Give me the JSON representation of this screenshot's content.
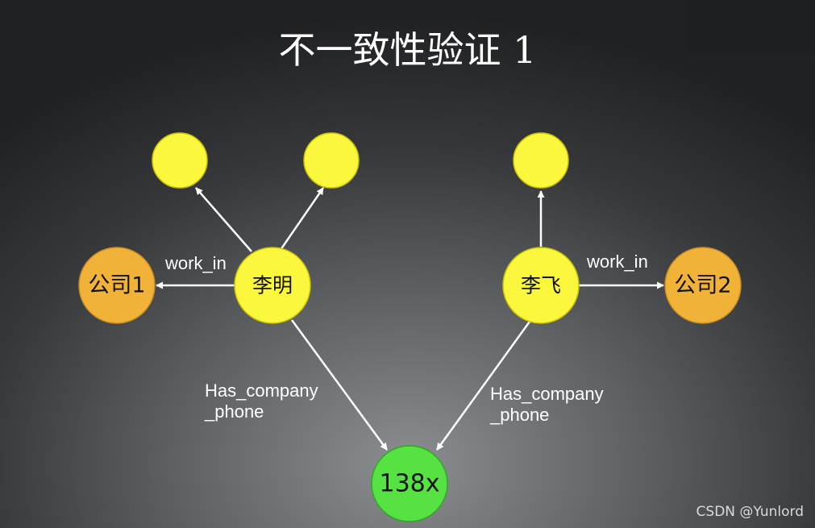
{
  "title": "不一致性验证 1",
  "watermark": "CSDN @Yunlord",
  "colors": {
    "person_node": "#fbf73c",
    "company_node": "#f0b338",
    "phone_node": "#57e243",
    "edge": "#ffffff",
    "node_stroke": "#c9c200"
  },
  "graph": {
    "nodes": [
      {
        "id": "n1",
        "label": "",
        "type": "person"
      },
      {
        "id": "n2",
        "label": "",
        "type": "person"
      },
      {
        "id": "n3",
        "label": "",
        "type": "person"
      },
      {
        "id": "liming",
        "label": "李明",
        "type": "person"
      },
      {
        "id": "lifei",
        "label": "李飞",
        "type": "person"
      },
      {
        "id": "company1",
        "label": "公司1",
        "type": "company"
      },
      {
        "id": "company2",
        "label": "公司2",
        "type": "company"
      },
      {
        "id": "phone",
        "label": "138x",
        "type": "phone"
      }
    ],
    "edges": [
      {
        "from": "liming",
        "to": "n1",
        "label": ""
      },
      {
        "from": "liming",
        "to": "n2",
        "label": ""
      },
      {
        "from": "lifei",
        "to": "n3",
        "label": ""
      },
      {
        "from": "liming",
        "to": "company1",
        "label": "work_in"
      },
      {
        "from": "lifei",
        "to": "company2",
        "label": "work_in"
      },
      {
        "from": "liming",
        "to": "phone",
        "label": "Has_company\n_phone"
      },
      {
        "from": "lifei",
        "to": "phone",
        "label": "Has_company\n_phone"
      }
    ]
  }
}
